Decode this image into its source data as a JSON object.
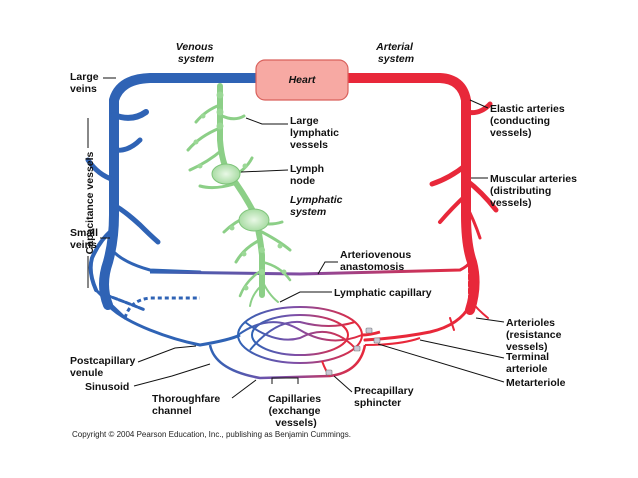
{
  "colors": {
    "vein": "#2f63b5",
    "artery": "#e8283a",
    "heart": "#f7a9a3",
    "heart_border": "#d9615c",
    "lymph": "#b7e5b3",
    "lymph_edge": "#7ec47a",
    "leader": "#111111"
  },
  "labels": {
    "venous_system": [
      "Venous",
      "system"
    ],
    "arterial_system": [
      "Arterial",
      "system"
    ],
    "heart": "Heart",
    "large_veins": [
      "Large",
      "veins"
    ],
    "capacitance_vessels": "Capacitance vessels",
    "small_veins": [
      "Small",
      "veins"
    ],
    "large_lymphatic_vessels": [
      "Large",
      "lymphatic",
      "vessels"
    ],
    "lymph_node": [
      "Lymph",
      "node"
    ],
    "lymphatic_system": [
      "Lymphatic",
      "system"
    ],
    "elastic_arteries": [
      "Elastic arteries",
      "(conducting",
      "vessels)"
    ],
    "muscular_arteries": [
      "Muscular arteries",
      "(distributing",
      "vessels)"
    ],
    "arteriovenous_anastomosis": [
      "Arteriovenous",
      "anastomosis"
    ],
    "lymphatic_capillary": "Lymphatic capillary",
    "arterioles": [
      "Arterioles",
      "(resistance",
      "vessels)"
    ],
    "postcapillary_venule": [
      "Postcapillary",
      "venule"
    ],
    "terminal_arteriole": [
      "Terminal",
      "arteriole"
    ],
    "sinusoid": "Sinusoid",
    "metarteriole": "Metarteriole",
    "thoroughfare_channel": [
      "Thoroughfare",
      "channel"
    ],
    "capillaries": [
      "Capillaries",
      "(exchange",
      "vessels)"
    ],
    "precapillary_sphincter": [
      "Precapillary",
      "sphincter"
    ]
  },
  "copyright": "Copyright © 2004 Pearson Education, Inc., publishing as Benjamin Cummings."
}
